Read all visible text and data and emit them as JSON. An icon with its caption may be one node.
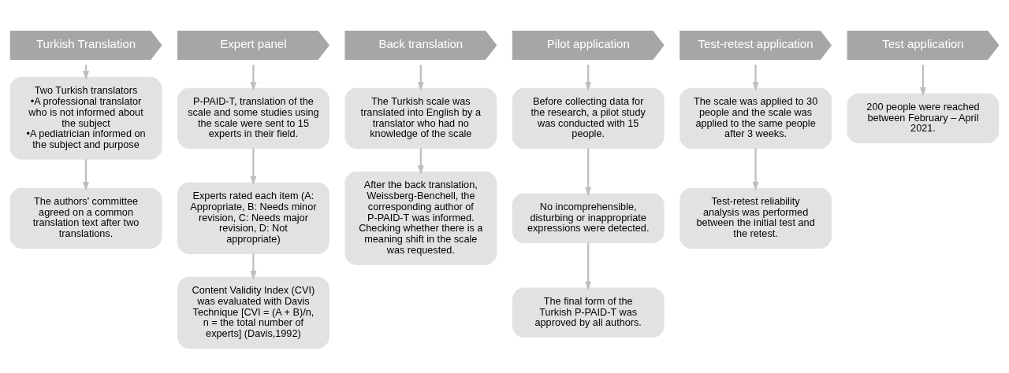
{
  "diagram": {
    "nodes": [
      {
        "text": [
          "Turkish Translation"
        ]
      },
      {
        "text": [
          "Two Turkish translators",
          "•A professional translator who is not informed about the subject",
          "•A pediatrician informed on the subject and purpose"
        ]
      },
      {
        "text": [
          "The authors' committee agreed on a common translation text after two translations."
        ]
      },
      {
        "text": [
          "Expert panel"
        ]
      },
      {
        "text": [
          "P-PAID-T, translation of the scale and some studies using the scale were sent to 15 experts in their field."
        ]
      },
      {
        "text": [
          "Experts rated each item (A: Appropriate, B: Needs minor revision, C: Needs major revision, D: Not appropriate)"
        ]
      },
      {
        "text": [
          "Content Validity Index (CVI) was evaluated with Davis Technique [CVI = (A + B)/n,  n = the total number of experts] (Davis,1992)"
        ]
      },
      {
        "text": [
          "Back translation"
        ]
      },
      {
        "text": [
          "The Turkish scale was translated into English by a translator who had no knowledge of the scale"
        ]
      },
      {
        "text": [
          "After the back translation, Weissberg-Benchell, the corresponding author of P-PAID-T was informed. Checking whether there is a meaning shift in the scale was requested."
        ]
      },
      {
        "text": [
          "Pilot application"
        ]
      },
      {
        "text": [
          "Before collecting data for the research, a pilot study was conducted with 15 people."
        ]
      },
      {
        "text": [
          "No incomprehensible, disturbing or inappropriate expressions were detected."
        ]
      },
      {
        "text": [
          "The final form of the Turkish P-PAID-T was approved by all authors."
        ]
      },
      {
        "text": [
          "Test-retest application"
        ]
      },
      {
        "text": [
          "The scale was applied to 30 people and the scale was applied to the same people after 3 weeks."
        ]
      },
      {
        "text": [
          "Test-retest reliability analysis was performed between the initial test and the retest."
        ]
      },
      {
        "text": [
          "Test application"
        ]
      },
      {
        "text": [
          "200 people were reached between February – April 2021."
        ]
      }
    ],
    "edges": [
      {
        "from": 0,
        "to": 1,
        "arrow": "to"
      },
      {
        "from": 1,
        "to": 2,
        "arrow": "to"
      },
      {
        "from": 3,
        "to": 4,
        "arrow": "to"
      },
      {
        "from": 4,
        "to": 5,
        "arrow": "to"
      },
      {
        "from": 5,
        "to": 6,
        "arrow": "to"
      },
      {
        "from": 7,
        "to": 8,
        "arrow": "to"
      },
      {
        "from": 8,
        "to": 9,
        "arrow": "to"
      },
      {
        "from": 10,
        "to": 11,
        "arrow": "to"
      },
      {
        "from": 11,
        "to": 12,
        "arrow": "to"
      },
      {
        "from": 12,
        "to": 13,
        "arrow": "to"
      },
      {
        "from": 14,
        "to": 15,
        "arrow": "to"
      },
      {
        "from": 15,
        "to": 16,
        "arrow": "to"
      },
      {
        "from": 17,
        "to": 18,
        "arrow": "to"
      }
    ]
  }
}
